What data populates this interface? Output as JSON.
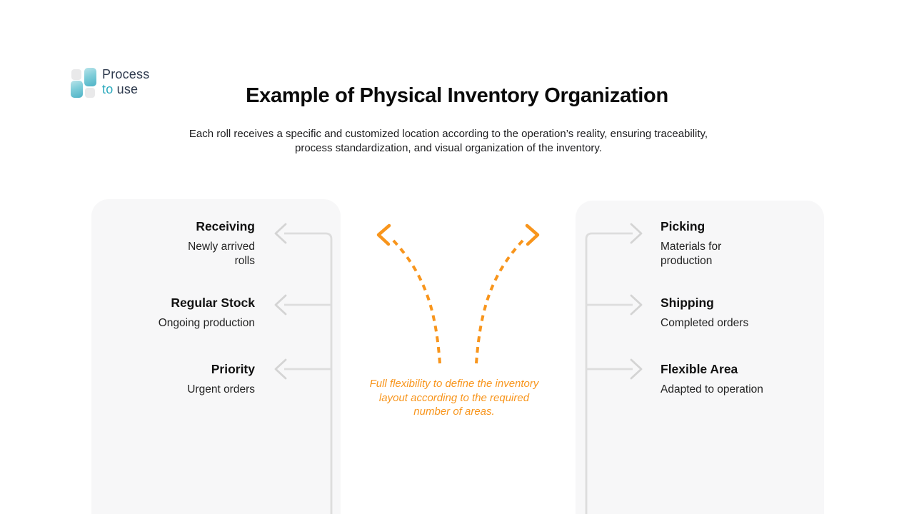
{
  "colors": {
    "accent_orange": "#f8951c",
    "connector_line_gray": "#dddddd",
    "connector_arrow_gray": "#d4d4d4",
    "panel_background": "#f7f7f8",
    "logo_navy": "#2e3a4e",
    "logo_teal": "#2ba9bd",
    "title_text": "#0a0a0a"
  },
  "logo": {
    "word1": "Process",
    "word2_accent": "to",
    "word2_rest": " use"
  },
  "header": {
    "title": "Example of Physical Inventory Organization",
    "subtitle": "Each roll receives a specific and customized location according to the operation’s reality, ensuring traceability, process standardization, and visual organization of the inventory."
  },
  "left_panel": {
    "items": [
      {
        "heading": "Receiving",
        "description": "Newly arrived\nrolls"
      },
      {
        "heading": "Regular Stock",
        "description": "Ongoing production"
      },
      {
        "heading": "Priority",
        "description": "Urgent orders"
      }
    ]
  },
  "right_panel": {
    "items": [
      {
        "heading": "Picking",
        "description": "Materials for\nproduction"
      },
      {
        "heading": "Shipping",
        "description": "Completed orders"
      },
      {
        "heading": "Flexible Area",
        "description": "Adapted to operation"
      }
    ]
  },
  "center_note": {
    "text": "Full flexibility to define the inventory\nlayout according to the required\nnumber of areas."
  },
  "icons": {
    "left_arrows": "chevron-left-icon",
    "right_arrows": "chevron-right-icon",
    "divergence": "diverging-dashed-arrows-icon"
  }
}
